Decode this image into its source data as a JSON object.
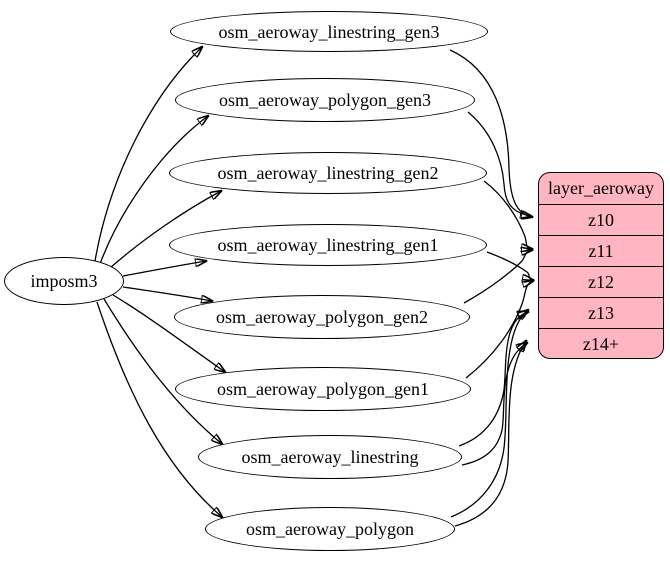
{
  "diagram": {
    "type": "graphviz-etl-digraph",
    "colors": {
      "layer_fill": "#FFB6C1",
      "node_fill": "#FFFFFF",
      "stroke": "#000000",
      "background": "#FFFFFF"
    },
    "source": {
      "label": "imposm3"
    },
    "tables": [
      {
        "label": "osm_aeroway_linestring_gen3"
      },
      {
        "label": "osm_aeroway_polygon_gen3"
      },
      {
        "label": "osm_aeroway_linestring_gen2"
      },
      {
        "label": "osm_aeroway_linestring_gen1"
      },
      {
        "label": "osm_aeroway_polygon_gen2"
      },
      {
        "label": "osm_aeroway_polygon_gen1"
      },
      {
        "label": "osm_aeroway_linestring"
      },
      {
        "label": "osm_aeroway_polygon"
      }
    ],
    "layer": {
      "title": "layer_aeroway",
      "rows": [
        "z10",
        "z11",
        "z12",
        "z13",
        "z14+"
      ]
    },
    "edges": [
      {
        "from": "imposm3",
        "to": "osm_aeroway_linestring_gen3"
      },
      {
        "from": "imposm3",
        "to": "osm_aeroway_polygon_gen3"
      },
      {
        "from": "imposm3",
        "to": "osm_aeroway_linestring_gen2"
      },
      {
        "from": "imposm3",
        "to": "osm_aeroway_linestring_gen1"
      },
      {
        "from": "imposm3",
        "to": "osm_aeroway_polygon_gen2"
      },
      {
        "from": "imposm3",
        "to": "osm_aeroway_polygon_gen1"
      },
      {
        "from": "imposm3",
        "to": "osm_aeroway_linestring"
      },
      {
        "from": "imposm3",
        "to": "osm_aeroway_polygon"
      },
      {
        "from": "osm_aeroway_linestring_gen3",
        "to": "z10"
      },
      {
        "from": "osm_aeroway_polygon_gen3",
        "to": "z10"
      },
      {
        "from": "osm_aeroway_linestring_gen2",
        "to": "z11"
      },
      {
        "from": "osm_aeroway_polygon_gen2",
        "to": "z11"
      },
      {
        "from": "osm_aeroway_linestring_gen1",
        "to": "z12"
      },
      {
        "from": "osm_aeroway_polygon_gen1",
        "to": "z12"
      },
      {
        "from": "osm_aeroway_linestring",
        "to": "z13"
      },
      {
        "from": "osm_aeroway_linestring",
        "to": "z14+"
      },
      {
        "from": "osm_aeroway_polygon",
        "to": "z13"
      },
      {
        "from": "osm_aeroway_polygon",
        "to": "z14+"
      }
    ]
  }
}
